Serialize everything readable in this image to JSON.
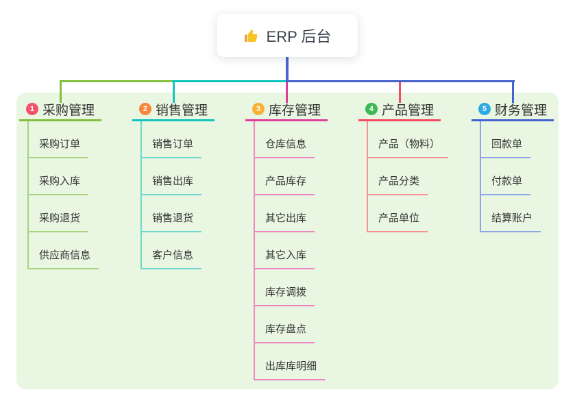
{
  "root": {
    "label": "ERP 后台",
    "icon": "thumbs-up-icon",
    "icon_color": "#f7c325",
    "connector_color": "#4a63d0"
  },
  "panel": {
    "background": "#e8f6e2"
  },
  "branches": [
    {
      "num": "1",
      "title": "采购管理",
      "badge_color": "#f4516c",
      "line_color": "#82bf3e",
      "child_line_color": "#a9d37f",
      "children": [
        "采购订单",
        "采购入库",
        "采购退货",
        "供应商信息"
      ]
    },
    {
      "num": "2",
      "title": "销售管理",
      "badge_color": "#f8863c",
      "line_color": "#10c4bb",
      "child_line_color": "#6fd8cd",
      "children": [
        "销售订单",
        "销售出库",
        "销售退货",
        "客户信息"
      ]
    },
    {
      "num": "3",
      "title": "库存管理",
      "badge_color": "#fbb034",
      "line_color": "#e23e99",
      "child_line_color": "#ee85c1",
      "children": [
        "仓库信息",
        "产品库存",
        "其它出库",
        "其它入库",
        "库存调拨",
        "库存盘点",
        "出库库明细"
      ]
    },
    {
      "num": "4",
      "title": "产品管理",
      "badge_color": "#3cb857",
      "line_color": "#f6485e",
      "child_line_color": "#f7908f",
      "children": [
        "产品（物料）",
        "产品分类",
        "产品单位"
      ]
    },
    {
      "num": "5",
      "title": "财务管理",
      "badge_color": "#2aabe4",
      "line_color": "#4563cf",
      "child_line_color": "#8ea6e6",
      "children": [
        "回款单",
        "付款单",
        "结算账户"
      ]
    }
  ]
}
